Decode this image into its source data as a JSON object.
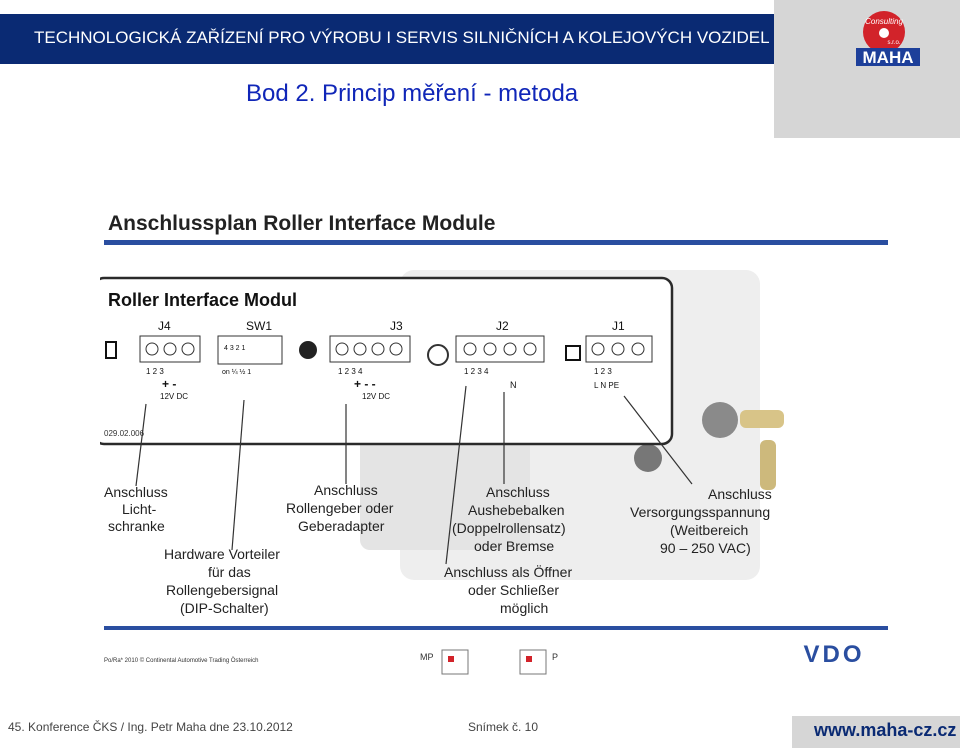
{
  "header": {
    "title": "TECHNOLOGICKÁ ZAŘÍZENÍ PRO VÝROBU I SERVIS SILNIČNÍCH A KOLEJOVÝCH VOZIDEL",
    "logo": {
      "text_top": "Consulting",
      "text_sub": "s.r.o.",
      "text_main": "MAHA"
    }
  },
  "slide": {
    "title": "Bod  2. Princip měření - metoda"
  },
  "diagram": {
    "heading": "Anschlussplan Roller Interface Module",
    "module_title": "Roller Interface Modul",
    "part_number": "029.02.006",
    "connectors": {
      "j4": {
        "label": "J4",
        "pins": "1  2  3",
        "signs": "+  -",
        "voltage": "12V DC"
      },
      "sw1": {
        "label": "SW1",
        "pins": "4  3  2  1",
        "sub": "on  ¼  ½  1"
      },
      "j3": {
        "label": "J3",
        "pins": "1  2  3  4",
        "signs": "+  -  -",
        "voltage": "12V DC"
      },
      "j2": {
        "label": "J2",
        "pins": "1  2  3  4",
        "signs": "N"
      },
      "j1": {
        "label": "J1",
        "pins": "1  2  3",
        "signs": "L  N  PE"
      }
    },
    "callouts": {
      "lichtschranke": [
        "Anschluss",
        "Licht-",
        "schranke"
      ],
      "hardware": [
        "Hardware Vorteiler",
        "für das",
        "Rollengebersignal",
        "(DIP-Schalter)"
      ],
      "rollengeber": [
        "Anschluss",
        "Rollengeber oder",
        "Geberadapter"
      ],
      "aushebebalken": [
        "Anschluss",
        "Aushebebalken",
        "(Doppelrollensatz)",
        "oder Bremse"
      ],
      "oeffner": [
        "Anschluss als Öffner",
        "oder Schließer",
        "möglich"
      ],
      "versorgung": [
        "Anschluss",
        "Versorgungsspannung",
        "(Weitbereich",
        "90 – 250 VAC)"
      ]
    },
    "copyright": "Po/Ra* 2010  © Continental Automotive Trading Österreich",
    "nav_left": "MP",
    "nav_right": "P",
    "brand": "VDO"
  },
  "footer": {
    "conference": "45. Konference ČKS / Ing. Petr Maha dne 23.10.2012",
    "slide_no": "Snímek č. 10",
    "website": "www.maha-cz.cz"
  },
  "colors": {
    "header_bg": "#0a2a73",
    "title_blue": "#1026b8",
    "logo_red": "#d2232a",
    "logo_blue": "#1d3f9a",
    "vdo_blue": "#2a4ea0"
  }
}
